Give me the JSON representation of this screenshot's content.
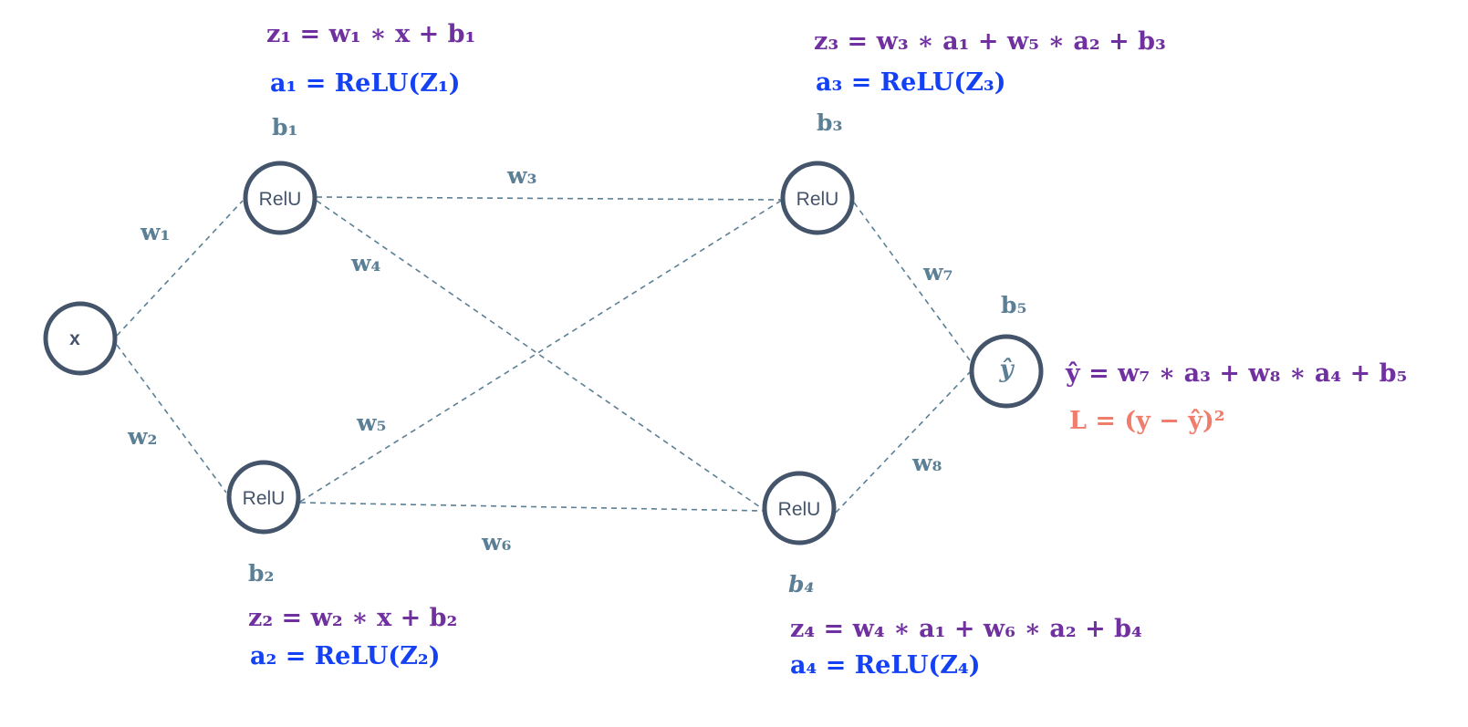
{
  "nodes": {
    "input": "x",
    "h1": "RelU",
    "h2": "RelU",
    "h3": "RelU",
    "h4": "RelU",
    "output": "ŷ"
  },
  "weights": {
    "w1": "w₁",
    "w2": "w₂",
    "w3": "w₃",
    "w4": "w₄",
    "w5": "w₅",
    "w6": "w₆",
    "w7": "w₇",
    "w8": "w₈"
  },
  "biases": {
    "b1": "b₁",
    "b2": "b₂",
    "b3": "b₃",
    "b4": "b₄",
    "b5": "b₅"
  },
  "equations": {
    "z1": "z₁ =  w₁ ∗ x + b₁",
    "a1": "a₁ = ReLU(Z₁)",
    "z2": "z₂ =  w₂ ∗ x + b₂",
    "a2": "a₂ = ReLU(Z₂)",
    "z3": "z₃ =  w₃ ∗ a₁ +  w₅ ∗ a₂ + b₃",
    "a3": "a₃ = ReLU(Z₃)",
    "z4": "z₄ =  w₄ ∗ a₁ +  w₆ ∗ a₂ + b₄",
    "a4": "a₄ = ReLU(Z₄)",
    "yhat": "ŷ =  w₇ ∗ a₃ +  w₈ ∗ a₄ + b₅",
    "loss": "L =  (y  − ŷ)²"
  },
  "colors": {
    "node_stroke": "#44546A",
    "edge": "#5B7F95",
    "z_eq": "#7030A0",
    "a_eq": "#1541F5",
    "loss": "#F07C6C"
  }
}
